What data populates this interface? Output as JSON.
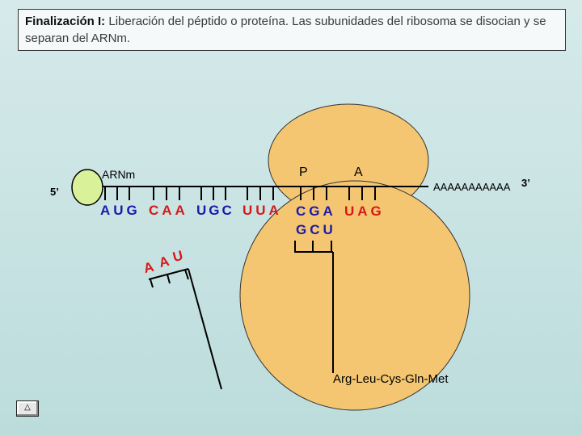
{
  "title": {
    "bold": "Finalización I:",
    "text": " Liberación del péptido o proteína. Las subunidades del ribosoma se disocian y se separan del ARNm."
  },
  "labels": {
    "mrna": "ARNm",
    "five_prime": "5’",
    "three_prime": "3’",
    "site_p": "P",
    "site_a": "A",
    "poly_a": "AAAAAAAAAAA",
    "peptide": "Arg-Leu-Cys-Gln-Met"
  },
  "codons": [
    {
      "text": "AUG",
      "color": "#1a1aaa"
    },
    {
      "text": "CAA",
      "color": "#d81818"
    },
    {
      "text": "UGC",
      "color": "#1a1aaa"
    },
    {
      "text": "UUA",
      "color": "#d81818"
    },
    {
      "text": "CGA",
      "color": "#1a1aaa"
    },
    {
      "text": "UAG",
      "color": "#d81818"
    }
  ],
  "anticodon_in_ribosome": {
    "text": "GCU",
    "color": "#1a1aaa"
  },
  "released_trna_anticodon": {
    "letters": [
      "A",
      "A",
      "U"
    ],
    "color": "#d81818"
  },
  "colors": {
    "ribosome": "#f4c672",
    "cap": "#d9f29a",
    "line": "#000000"
  },
  "nav_button": {
    "symbol": "△"
  }
}
